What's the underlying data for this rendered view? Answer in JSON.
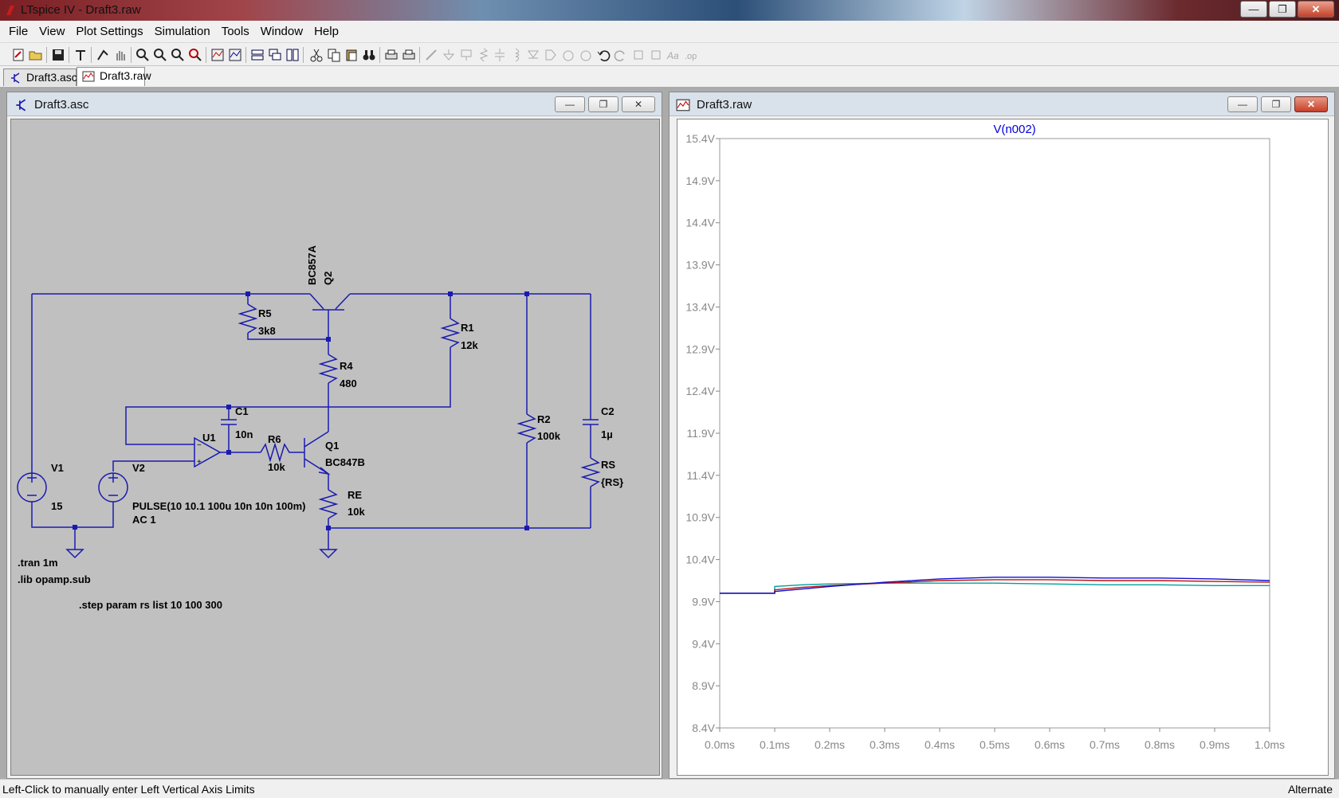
{
  "window": {
    "title": "LTspice IV - Draft3.raw"
  },
  "menu": [
    "File",
    "View",
    "Plot Settings",
    "Simulation",
    "Tools",
    "Window",
    "Help"
  ],
  "tabs": [
    {
      "label": "Draft3.asc",
      "active": false
    },
    {
      "label": "Draft3.raw",
      "active": true
    }
  ],
  "schematic": {
    "window_title": "Draft3.asc",
    "components": {
      "q2_label": "BC857A",
      "q2_ref": "Q2",
      "r5_ref": "R5",
      "r5_val": "3k8",
      "r4_ref": "R4",
      "r4_val": "480",
      "r1_ref": "R1",
      "r1_val": "12k",
      "c1_ref": "C1",
      "c1_val": "10n",
      "u1_ref": "U1",
      "r6_ref": "R6",
      "r6_val": "10k",
      "q1_ref": "Q1",
      "q1_label": "BC847B",
      "re_ref": "RE",
      "re_val": "10k",
      "r2_ref": "R2",
      "r2_val": "100k",
      "c2_ref": "C2",
      "c2_val": "1µ",
      "rs_ref": "RS",
      "rs_val": "{RS}",
      "v1_ref": "V1",
      "v1_val": "15",
      "v2_ref": "V2",
      "v2_val": "PULSE(10 10.1 100u 10n 10n 100m)",
      "v2_ac": "AC 1"
    },
    "directives": {
      "tran": ".tran 1m",
      "lib": ".lib opamp.sub",
      "step": ".step param rs list 10 100 300"
    },
    "wire_color": "#1a1ab0",
    "background_color": "#c0c0c0"
  },
  "plot": {
    "window_title": "Draft3.raw"
  },
  "chart_data": {
    "type": "line",
    "title": "V(n002)",
    "xlabel": "",
    "ylabel": "",
    "x_ticks": [
      "0.0ms",
      "0.1ms",
      "0.2ms",
      "0.3ms",
      "0.4ms",
      "0.5ms",
      "0.6ms",
      "0.7ms",
      "0.8ms",
      "0.9ms",
      "1.0ms"
    ],
    "y_ticks": [
      "15.4V",
      "14.9V",
      "14.4V",
      "13.9V",
      "13.4V",
      "12.9V",
      "12.4V",
      "11.9V",
      "11.4V",
      "10.9V",
      "10.4V",
      "9.9V",
      "9.4V",
      "8.9V",
      "8.4V"
    ],
    "xlim": [
      0,
      1.0
    ],
    "ylim": [
      8.4,
      15.4
    ],
    "grid": false,
    "series": [
      {
        "color": "#00a0a0",
        "x": [
          0,
          0.1,
          0.1,
          0.15,
          0.2,
          0.3,
          0.4,
          0.5,
          0.6,
          0.7,
          0.8,
          0.9,
          1.0
        ],
        "y": [
          10.0,
          10.0,
          10.08,
          10.1,
          10.11,
          10.12,
          10.12,
          10.12,
          10.11,
          10.1,
          10.1,
          10.09,
          10.09
        ]
      },
      {
        "color": "#c01010",
        "x": [
          0,
          0.1,
          0.1,
          0.15,
          0.2,
          0.3,
          0.4,
          0.5,
          0.6,
          0.7,
          0.8,
          0.9,
          1.0
        ],
        "y": [
          10.0,
          10.0,
          10.04,
          10.07,
          10.09,
          10.12,
          10.15,
          10.16,
          10.16,
          10.15,
          10.15,
          10.14,
          10.13
        ]
      },
      {
        "color": "#1010d0",
        "x": [
          0,
          0.1,
          0.1,
          0.15,
          0.2,
          0.3,
          0.4,
          0.5,
          0.6,
          0.7,
          0.8,
          0.9,
          1.0
        ],
        "y": [
          10.0,
          10.0,
          10.02,
          10.05,
          10.08,
          10.13,
          10.17,
          10.19,
          10.19,
          10.18,
          10.18,
          10.17,
          10.15
        ]
      }
    ]
  },
  "status": {
    "left": "Left-Click to manually enter Left Vertical Axis Limits",
    "right": "Alternate"
  }
}
